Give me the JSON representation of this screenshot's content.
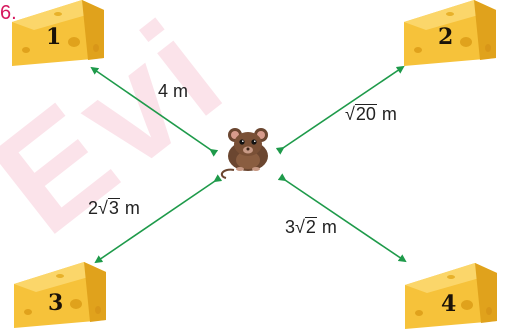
{
  "question_number": "6.",
  "watermark": "Evi",
  "cheeses": [
    {
      "number": "1"
    },
    {
      "number": "2"
    },
    {
      "number": "3"
    },
    {
      "number": "4"
    }
  ],
  "distances": {
    "d1": "4 m",
    "d2": {
      "radicand": "20",
      "unit": " m"
    },
    "d3": {
      "coef": "2",
      "radicand": "3",
      "unit": " m"
    },
    "d4": {
      "coef": "3",
      "radicand": "2",
      "unit": " m"
    }
  },
  "colors": {
    "arrow": "#1e9a4a",
    "cheese": "#f6c23a",
    "cheese_dark": "#e0a21c",
    "mouse": "#6b4630",
    "question_number": "#d6195e"
  },
  "icons": [
    "cheese-icon",
    "mouse-icon"
  ]
}
